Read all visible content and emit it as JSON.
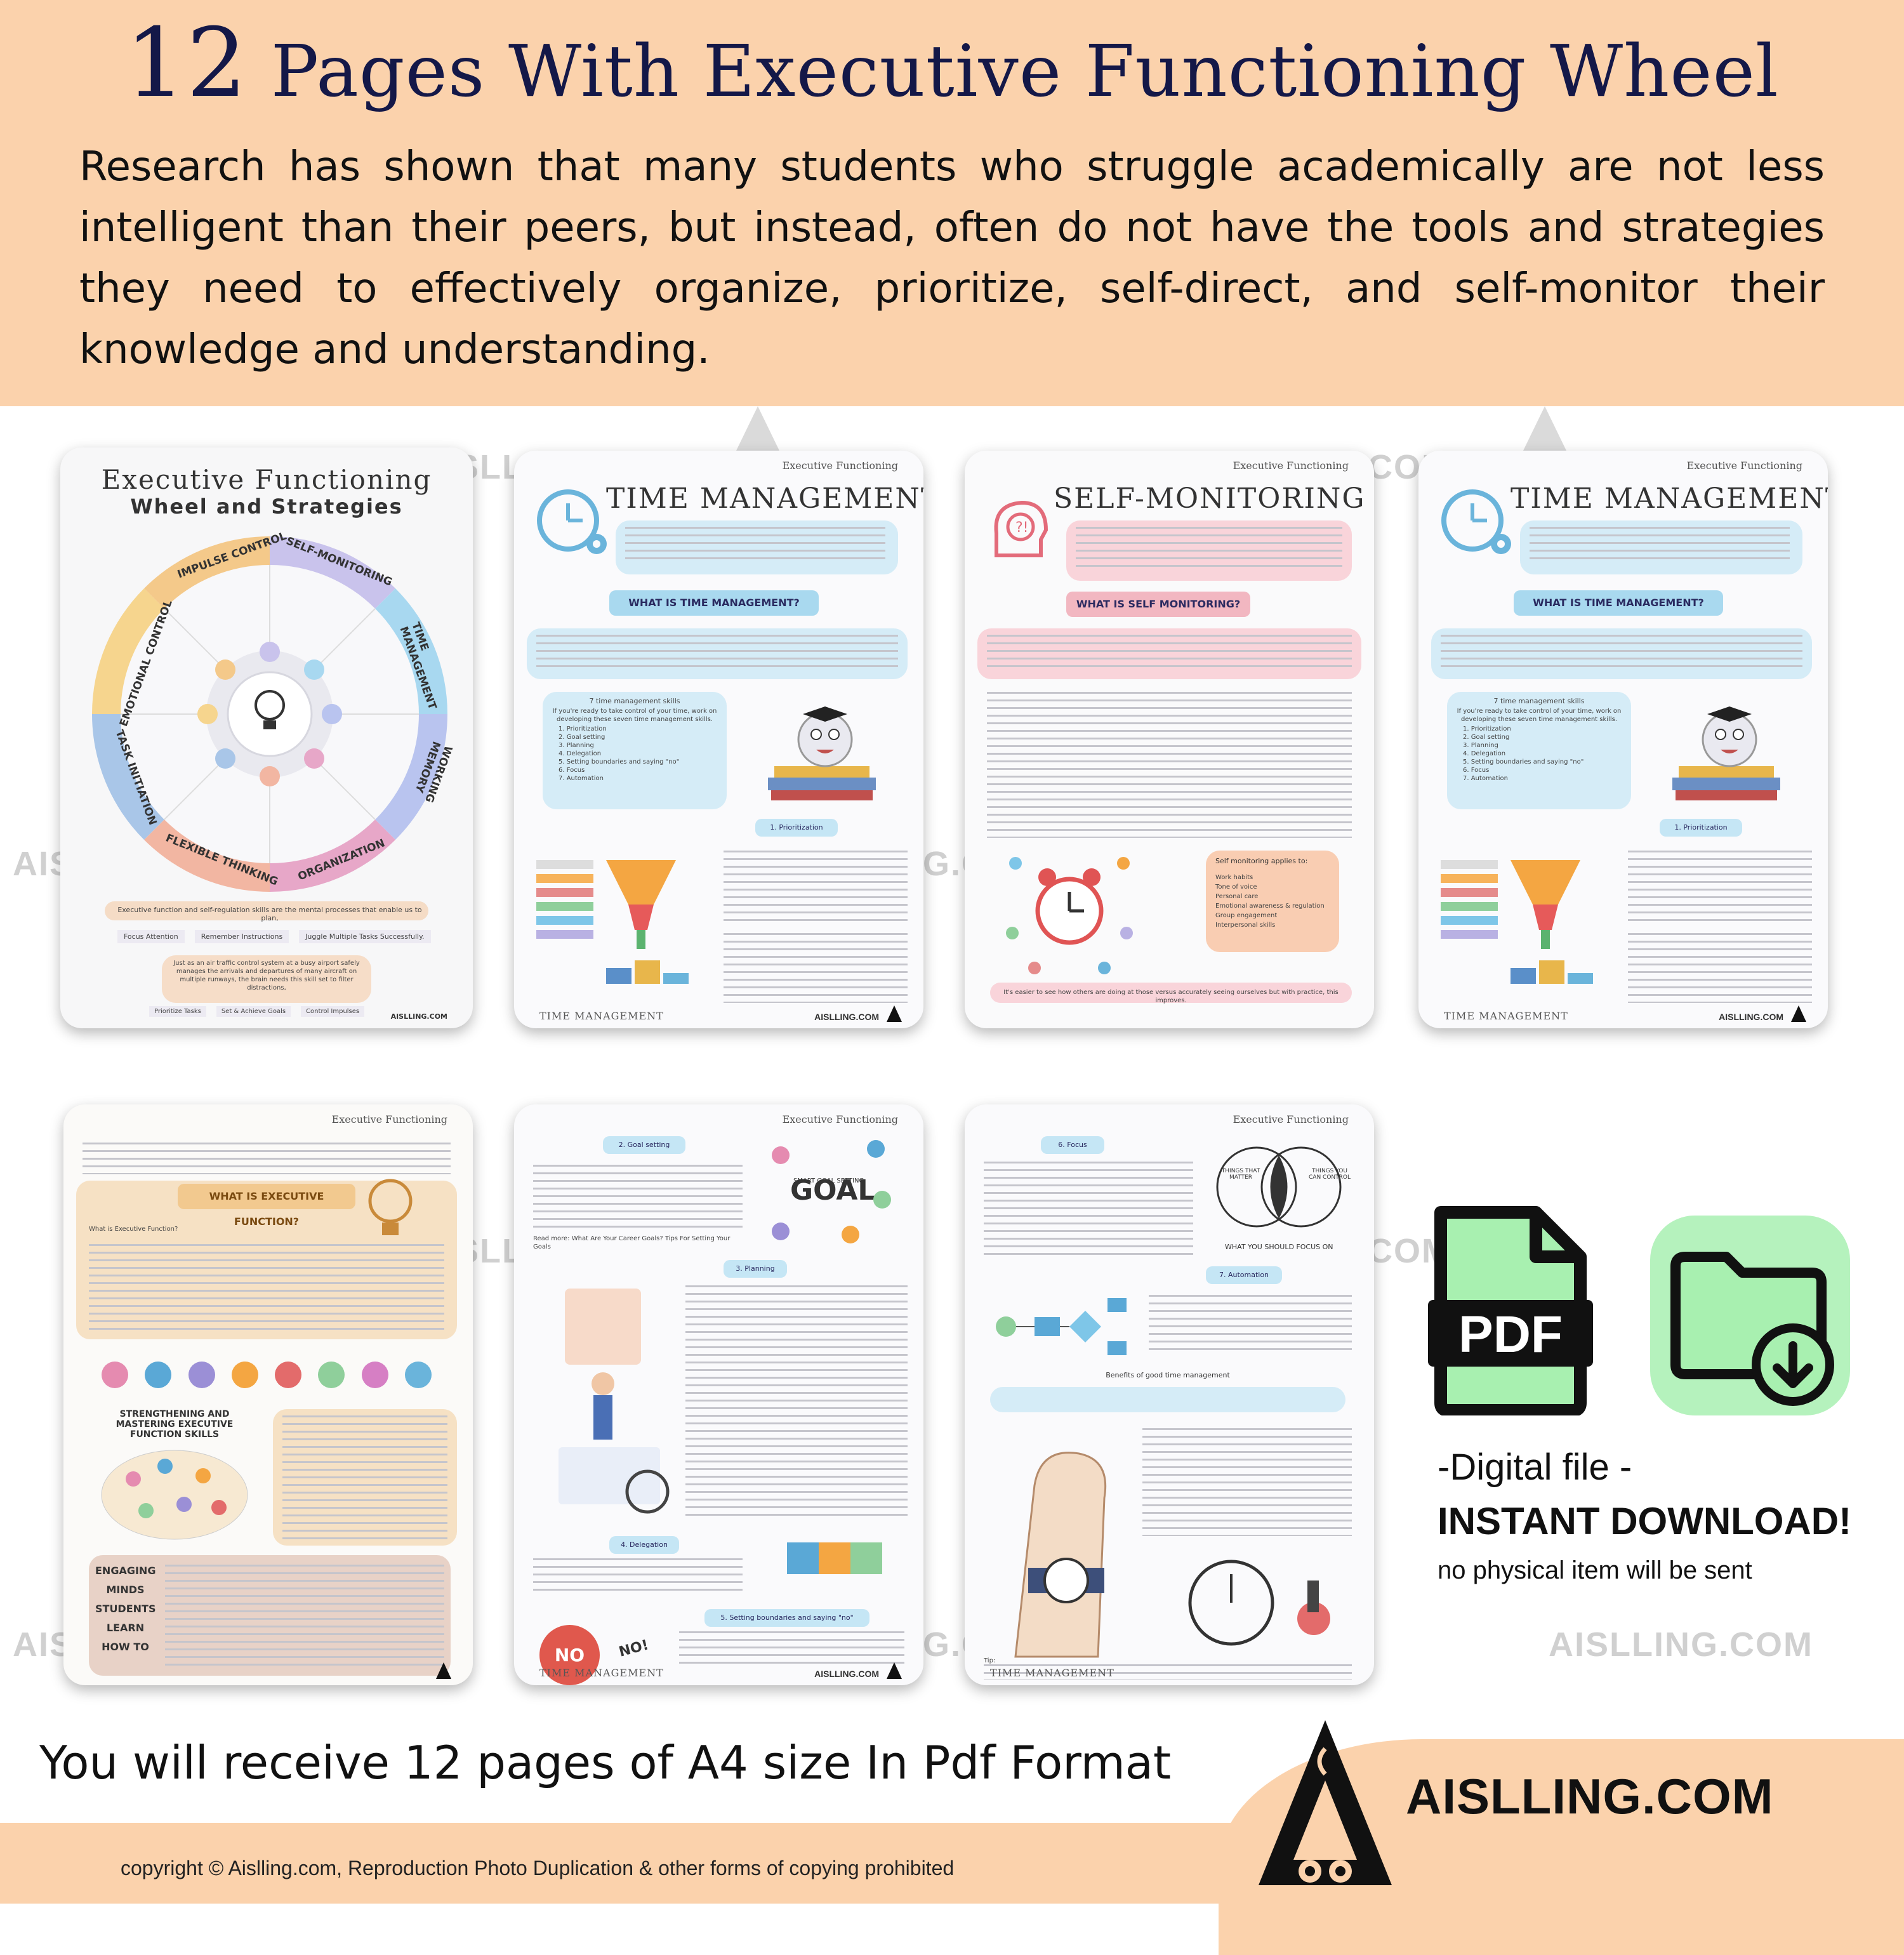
{
  "header": {
    "title_number": "12",
    "title_text": "Pages With Executive Functioning Wheel",
    "intro": "Research has shown that many students who struggle academically are not less intelligent than their peers, but instead, often do not have the tools and strategies they need to effectively organize, prioritize, self-direct, and self-monitor their knowledge and understanding."
  },
  "watermark": {
    "text": "AISLLING.COM"
  },
  "pages": {
    "wheel": {
      "title_line1": "Executive Functioning",
      "title_line2": "Wheel and Strategies",
      "segments": [
        "IMPULSE CONTROL",
        "SELF-MONITORING",
        "TIME MANAGEMENT",
        "WORKING MEMORY",
        "ORGANIZATION",
        "FLEXIBLE THINKING",
        "TASK INITIATION",
        "EMOTIONAL CONTROL"
      ],
      "caption": "Executive function and self-regulation skills are the mental processes that enable us to plan,",
      "chips1": [
        "Focus Attention",
        "Remember Instructions",
        "Juggle Multiple Tasks Successfully."
      ],
      "quote": "Just as an air traffic control system at a busy airport safely manages the arrivals and departures of many aircraft on multiple runways, the brain needs this skill set to filter distractions,",
      "chips2": [
        "Prioritize Tasks",
        "Set & Achieve Goals",
        "Control Impulses"
      ],
      "logo": "AISLLING.COM"
    },
    "header_label": "Executive Functioning",
    "footer_label": "TIME MANAGEMENT",
    "footer_brand": "AISLLING.COM",
    "time": {
      "title": "TIME MANAGEMENT",
      "question": "WHAT IS TIME MANAGEMENT?",
      "skills_title": "7 time management skills",
      "skills_intro": "If you're ready to take control of your time, work on developing these seven time management skills.",
      "skills": [
        "1. Prioritization",
        "2. Goal setting",
        "3. Planning",
        "4. Delegation",
        "5. Setting boundaries and saying \"no\"",
        "6. Focus",
        "7. Automation"
      ],
      "section": "1. Prioritization"
    },
    "self": {
      "title": "SELF-MONITORING",
      "question": "WHAT IS SELF MONITORING?",
      "applies_title": "Self monitoring applies to:",
      "applies": [
        "Work habits",
        "Tone of voice",
        "Personal care",
        "Emotional awareness & regulation",
        "Group engagement",
        "Interpersonal skills"
      ],
      "closing": "It's easier to see how others are doing at those versus accurately seeing ourselves but with practice, this improves."
    },
    "ef": {
      "question": "WHAT IS EXECUTIVE FUNCTION?",
      "what": "What is Executive Function?",
      "strengthen": "STRENGTHENING AND MASTERING EXECUTIVE FUNCTION SKILLS",
      "engaging": [
        "ENGAGING",
        "MINDS",
        "STUDENTS",
        "LEARN",
        "HOW TO"
      ]
    },
    "goals": {
      "s2": "2. Goal setting",
      "s3": "3. Planning",
      "s4": "4. Delegation",
      "s5": "5. Setting boundaries and saying \"no\"",
      "read_more": "Read more: What Are Your Career Goals? Tips For Setting Your Goals",
      "smart": "SMART GOAL SETTING",
      "no": "NO",
      "no_small": "NO!"
    },
    "focus": {
      "s6": "6. Focus",
      "s7": "7. Automation",
      "benefits": "Benefits of good time management",
      "things_matter": "THINGS THAT MATTER",
      "things_control": "THINGS YOU CAN CONTROL",
      "focus_on": "WHAT YOU SHOULD FOCUS ON",
      "tip": "Tip:"
    }
  },
  "side": {
    "pdf_label": "PDF",
    "digital": "-Digital file -",
    "instant": "INSTANT DOWNLOAD!",
    "no_physical": "no physical item will be sent"
  },
  "footer": {
    "receive": "You will receive 12 pages of A4 size In  Pdf Format",
    "brand": "AISLLING.COM",
    "copyright": "copyright © Aislling.com, Reproduction Photo Duplication & other forms of copying prohibited"
  },
  "colors": {
    "peach": "#fbd2ac",
    "navy": "#141848",
    "green": "#a8f0b0",
    "wheel": [
      "#f4c98a",
      "#c9c3ec",
      "#a8d8f0",
      "#b9c4ef",
      "#e7a7c8",
      "#f2b6a2",
      "#a9c6e8",
      "#f6d58e"
    ]
  }
}
